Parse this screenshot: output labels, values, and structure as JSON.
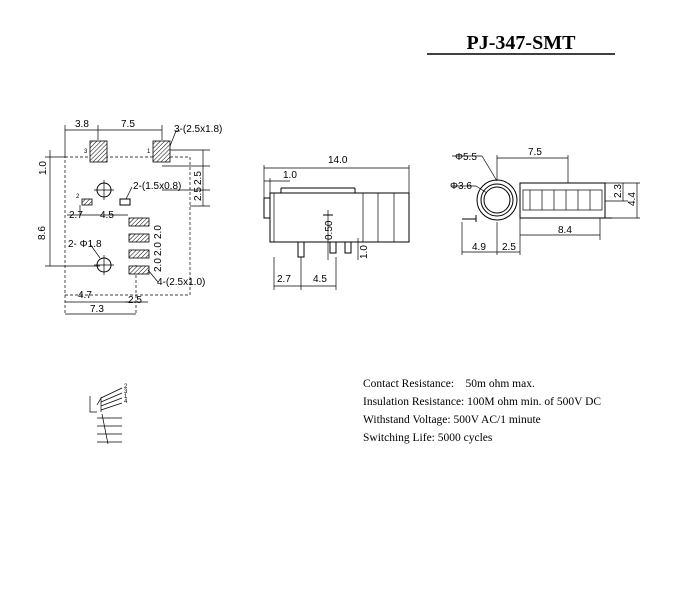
{
  "title": "PJ-347-SMT",
  "footprint": {
    "dim_38": "3.8",
    "dim_75_top": "7.5",
    "pad_3_label": "3-(2.5x1.8)",
    "dim_10": "1.0",
    "dim_25_a": "2.5",
    "dim_25_b": "2.5",
    "pad_2_label": "2-(1.5x0.8)",
    "dim_27": "2.7",
    "dim_45": "4.5",
    "dim_86": "8.6",
    "hole_label": "2- Φ1.8",
    "dim_20_a": "2.0",
    "dim_20_b": "2.0",
    "dim_20_c": "2.0",
    "pad_4_label": "4-(2.5x1.0)",
    "dim_47": "4.7",
    "dim_25_c": "2.5",
    "dim_73": "7.3",
    "pin_3": "3",
    "pin_1": "1",
    "pin_2": "2"
  },
  "side_view": {
    "dim_140": "14.0",
    "dim_10": "1.0",
    "dim_050": "0.50",
    "dim_10_b": "1.0",
    "dim_27": "2.7",
    "dim_45": "4.5"
  },
  "front_view": {
    "dim_55": "Φ5.5",
    "dim_75": "7.5",
    "dim_36": "Φ3.6",
    "dim_23": "2.3",
    "dim_44": "4.4",
    "dim_49": "4.9",
    "dim_25": "2.5",
    "dim_84": "8.4"
  },
  "schematic": {
    "pin_2": "2",
    "pin_3": "3",
    "pin_1": "1",
    "pin_4": "4"
  },
  "specs": [
    "Contact Resistance:    50m ohm max.",
    "Insulation Resistance: 100M ohm min. of 500V DC",
    "Withstand Voltage: 500V AC/1 minute",
    "Switching Life: 5000 cycles"
  ]
}
